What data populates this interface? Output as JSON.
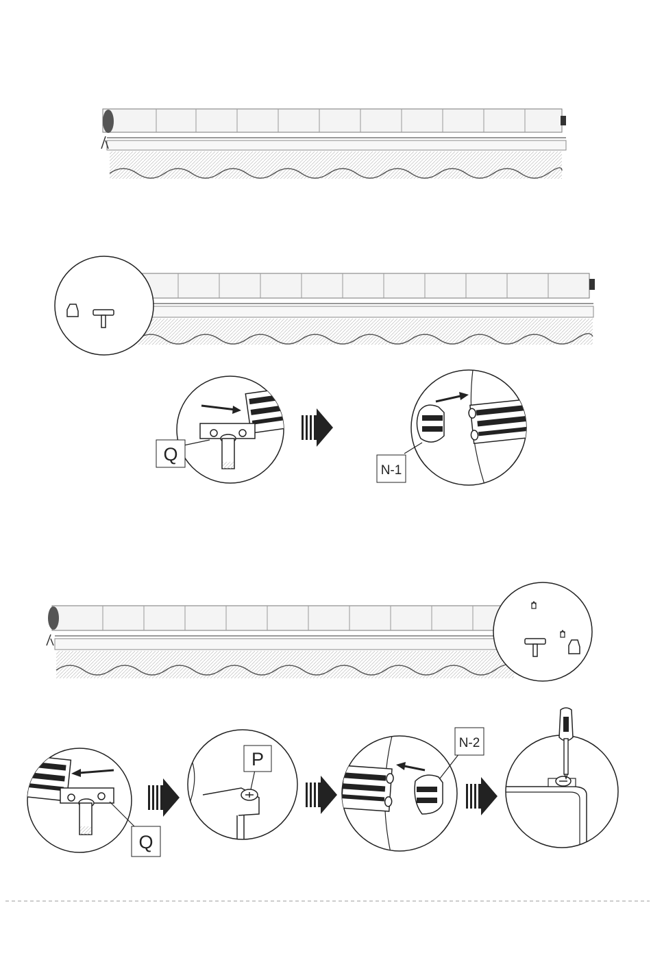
{
  "labels": {
    "q_top": "Q",
    "n1": "N-1",
    "q_bottom": "Q",
    "p": "P",
    "n2": "N-2"
  },
  "colors": {
    "ink": "#222222",
    "light": "#bbbbbb",
    "mid": "#888888",
    "dashed_line": "#999999"
  },
  "icons": [
    "awning-roll-icon",
    "end-cap-icon",
    "bracket-q-icon",
    "screw-p-icon",
    "screwdriver-icon",
    "arrow-right-icon"
  ]
}
